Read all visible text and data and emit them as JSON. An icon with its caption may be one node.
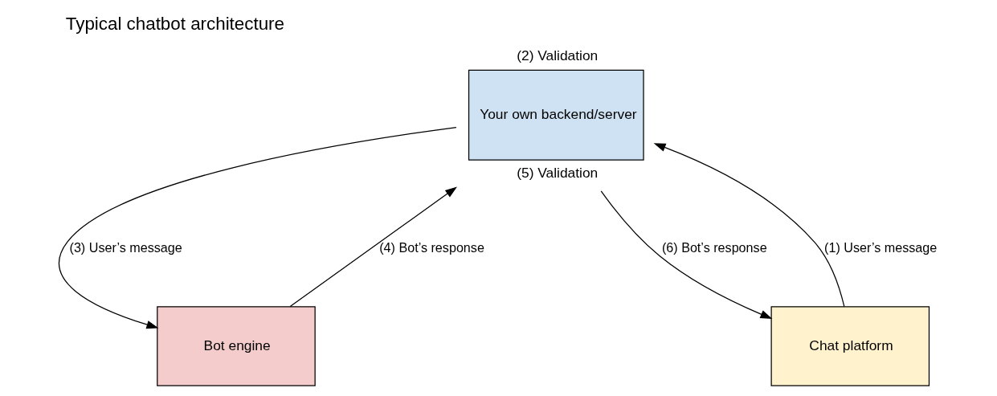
{
  "diagram": {
    "title": "Typical chatbot architecture",
    "nodes": [
      {
        "text": [
          "Your own backend/server"
        ],
        "beside": [
          "(2) Validation",
          "(5) Validation"
        ]
      },
      {
        "text": [
          "Bot engine"
        ]
      },
      {
        "text": [
          "Chat platform"
        ]
      }
    ],
    "edges": [
      {
        "from": 2,
        "to": 0,
        "arrow": "to",
        "label": "(1) User’s message"
      },
      {
        "from": 0,
        "to": 1,
        "arrow": "to",
        "label": "(3) User’s message"
      },
      {
        "from": 1,
        "to": 0,
        "arrow": "to",
        "label": "(4) Bot’s response"
      },
      {
        "from": 0,
        "to": 2,
        "arrow": "to",
        "label": "(6) Bot’s response"
      }
    ]
  }
}
